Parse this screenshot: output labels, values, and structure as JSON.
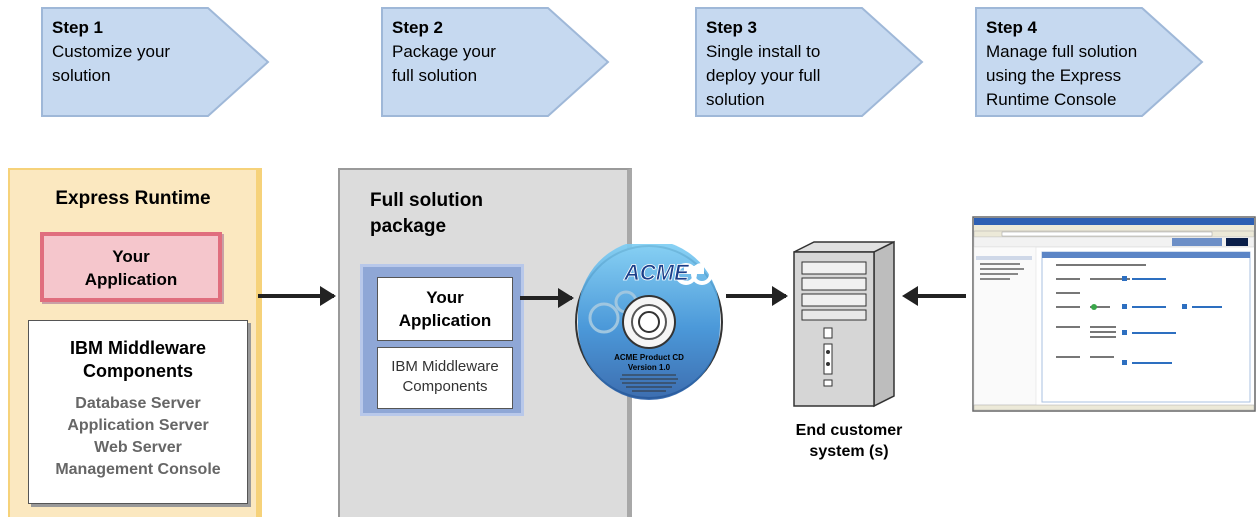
{
  "steps": [
    {
      "number": "Step 1",
      "lines": [
        "Customize your",
        "solution"
      ]
    },
    {
      "number": "Step 2",
      "lines": [
        "Package your",
        "full solution"
      ]
    },
    {
      "number": "Step 3",
      "lines": [
        "Single install to",
        "deploy your full",
        "solution"
      ]
    },
    {
      "number": "Step 4",
      "lines": [
        "Manage full solution",
        "using the Express",
        "Runtime Console"
      ]
    }
  ],
  "express_runtime": {
    "title": "Express Runtime",
    "your_application": [
      "Your",
      "Application"
    ],
    "middleware": {
      "title": [
        "IBM Middleware",
        "Components"
      ],
      "items": [
        "Database Server",
        "Application Server",
        "Web Server",
        "Management Console"
      ]
    }
  },
  "full_solution_package": {
    "title": [
      "Full solution",
      "package"
    ],
    "your_application": [
      "Your",
      "Application"
    ],
    "middleware": [
      "IBM Middleware",
      "Components"
    ]
  },
  "cd": {
    "brand": "ACME",
    "label": [
      "ACME Product CD",
      "Version 1.0"
    ]
  },
  "end_customer": [
    "End customer",
    "system (s)"
  ],
  "colors": {
    "step_fill": "#c6d9f0",
    "express_bg": "#fbe8c0",
    "your_app_fill": "#f5c6cc",
    "package_bg": "#dcdcdc",
    "package_frame": "#8fa7d6",
    "cd_blue": "#3a8fd6"
  }
}
